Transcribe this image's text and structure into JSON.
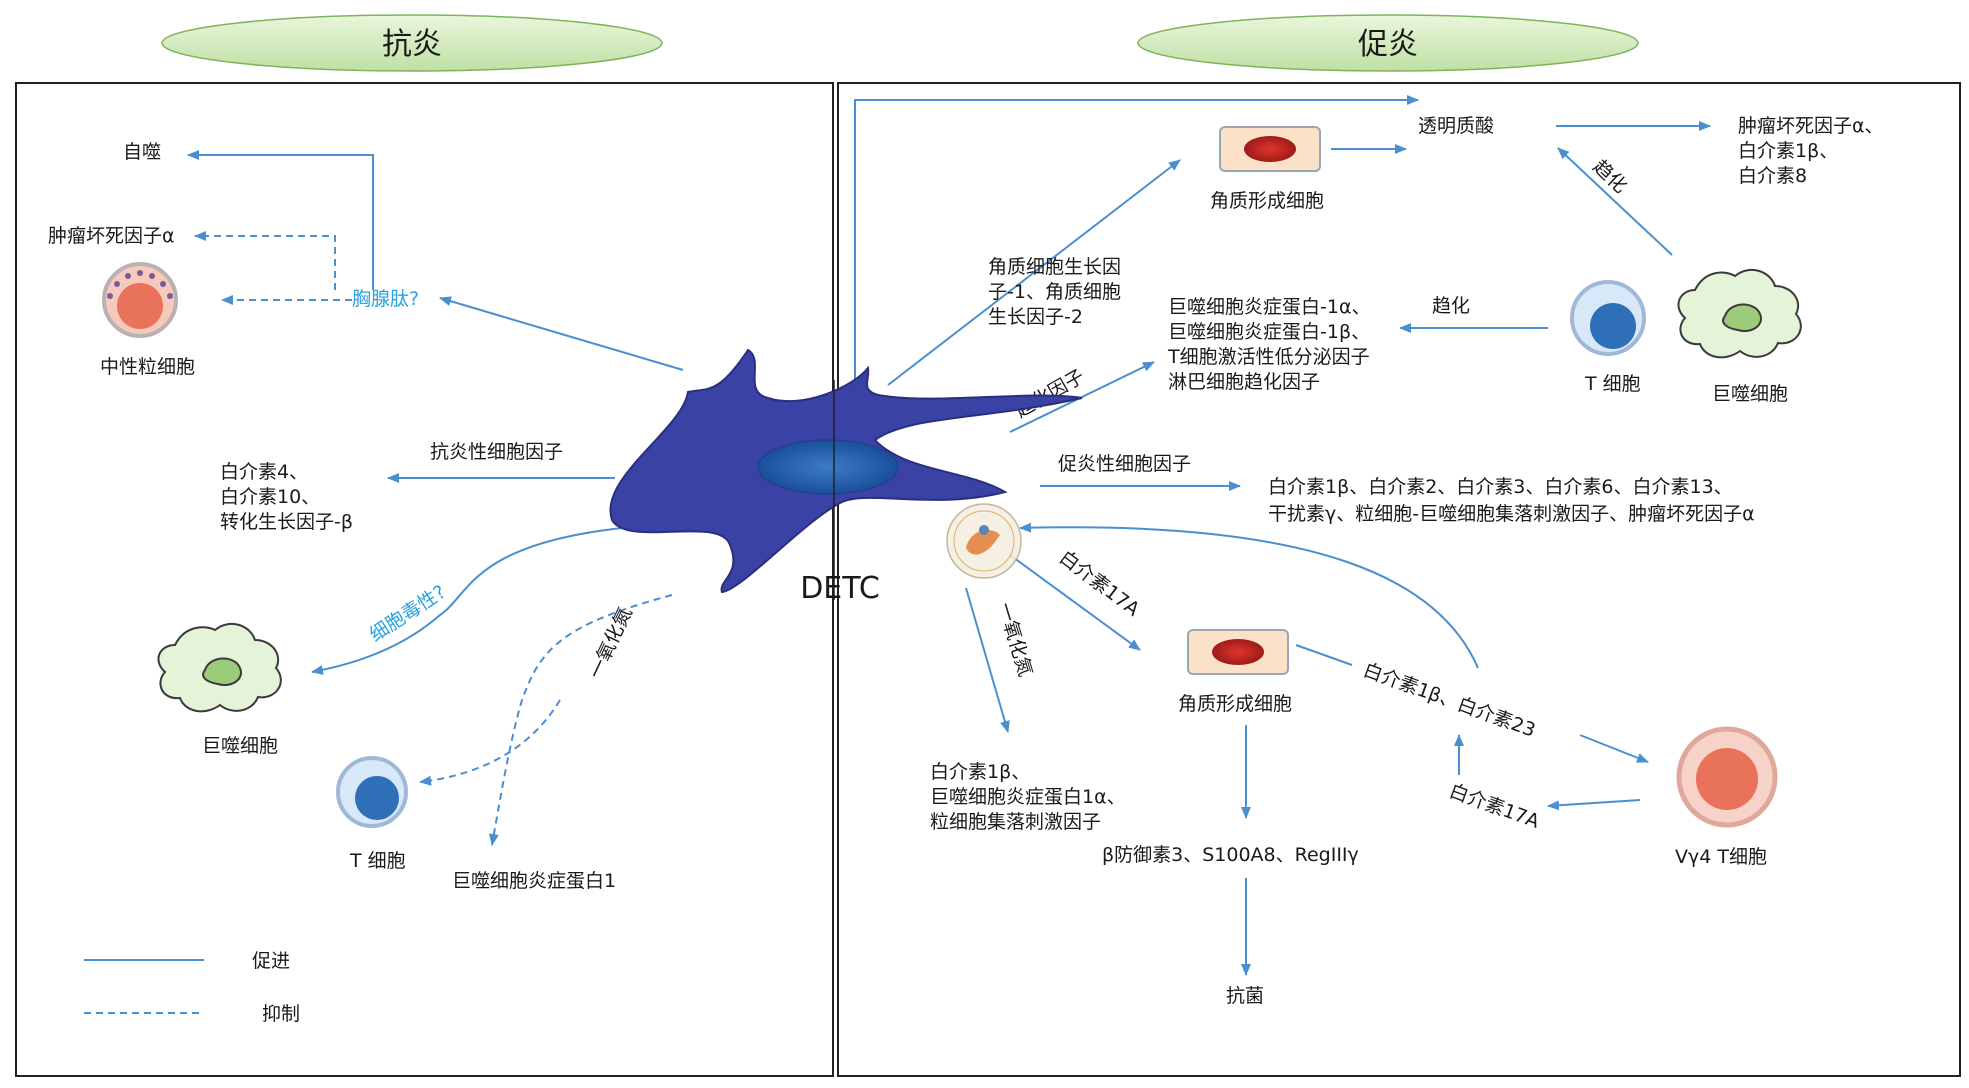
{
  "headers": {
    "anti": "抗炎",
    "pro": "促炎"
  },
  "center": {
    "label": "DETC"
  },
  "left": {
    "autophagy": "自噬",
    "tnf": "肿瘤坏死因子α",
    "thymosin": "胸腺肽?",
    "neutrophil": "中性粒细胞",
    "anti_cytokine": "抗炎性细胞因子",
    "anti_list": [
      "白介素4、",
      "白介素10、",
      "转化生长因子-β"
    ],
    "cytotox": "细胞毒性?",
    "macrophage": "巨噬细胞",
    "no": "一氧化氮",
    "tcell": "T 细胞",
    "mip1": "巨噬细胞炎症蛋白1"
  },
  "legend": {
    "promote": "促进",
    "inhibit": "抑制"
  },
  "right": {
    "hyaluronan": "透明质酸",
    "tnf_list": [
      "肿瘤坏死因子α、",
      "白介素1β、",
      "白介素8"
    ],
    "chemotaxis1": "趋化",
    "keratinocyte1": "角质形成细胞",
    "kgf": [
      "角质细胞生长因",
      "子-1、角质细胞",
      "生长因子-2"
    ],
    "chemokines": [
      "巨噬细胞炎症蛋白-1α、",
      "巨噬细胞炎症蛋白-1β、",
      "T细胞激活性低分泌因子",
      "淋巴细胞趋化因子"
    ],
    "chemotaxis2": "趋化",
    "tcell": "T 细胞",
    "macrophage": "巨噬细胞",
    "chemokine_factor": "趋化因子",
    "pro_cytokine": "促炎性细胞因子",
    "pro_list": [
      "白介素1β、白介素2、白介素3、白介素6、白介素13、",
      "干扰素γ、粒细胞-巨噬细胞集落刺激因子、肿瘤坏死因子α"
    ],
    "il17a_1": "白介素17A",
    "no": "一氧化氮",
    "keratinocyte2": "角质形成细胞",
    "il1b_23": "白介素1β、白介素23",
    "il17a_2": "白介素17A",
    "vg4": "Vγ4 T细胞",
    "no_list": [
      "白介素1β、",
      "巨噬细胞炎症蛋白1α、",
      "粒细胞集落刺激因子"
    ],
    "defensins": "β防御素3、S100A8、RegIIIγ",
    "antibacterial": "抗菌"
  },
  "colors": {
    "line": "#4a8fd0",
    "cell_body": "#3a42a6",
    "ellipse": "#cfe8b4"
  }
}
